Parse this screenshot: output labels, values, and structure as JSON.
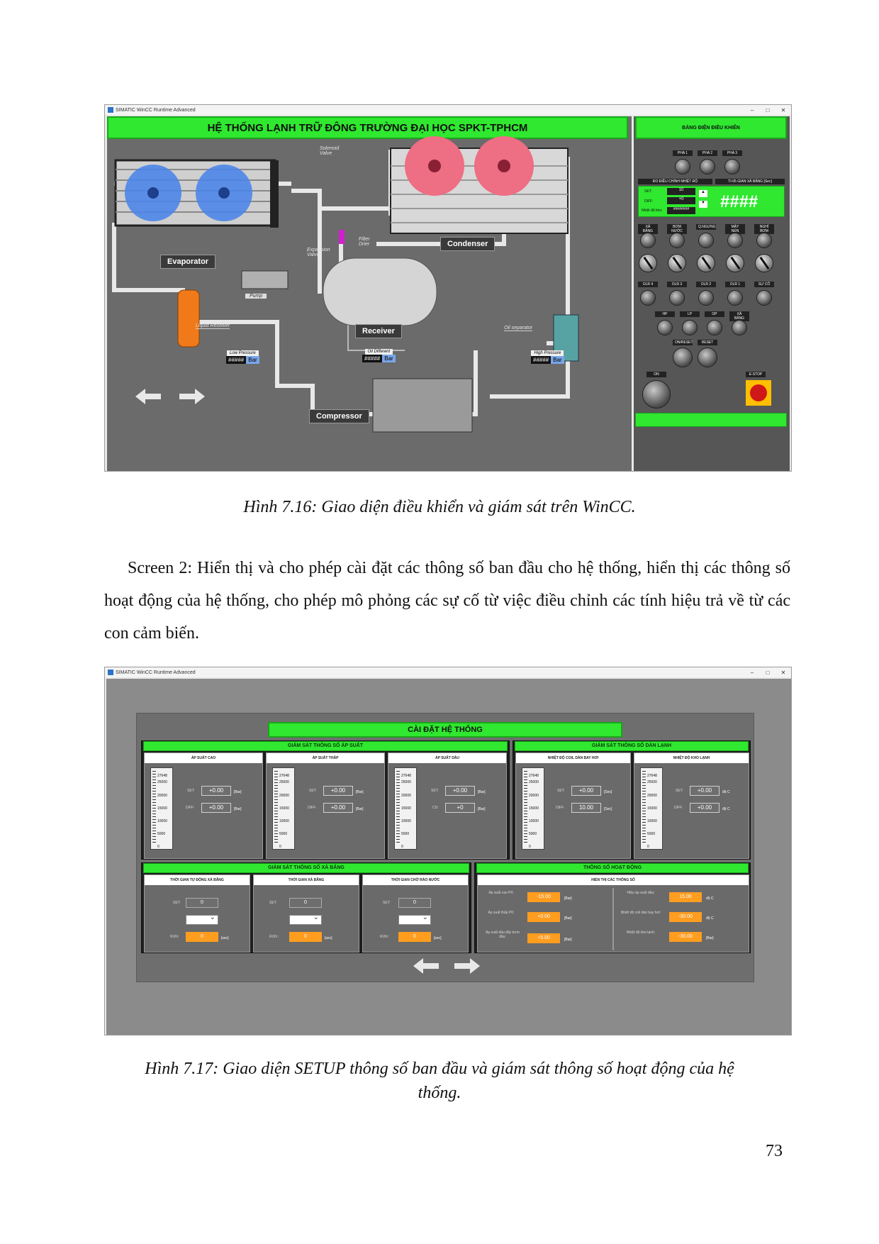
{
  "window_title": "SIMATIC WinCC Runtime Advanced",
  "figure1": {
    "title": "HỆ THỐNG LẠNH TRỮ ĐÔNG TRƯỜNG ĐẠI HỌC SPKT-TPHCM",
    "panel_title": "BẢNG ĐIỆN ĐIỀU KHIỂN",
    "labels": {
      "evaporator": "Evaporator",
      "condenser": "Condenser",
      "receiver": "Receiver",
      "compressor": "Compressor",
      "liquid_receiver": "Liquid Receiver",
      "oil_separator": "Oil separator",
      "pump": "Pump",
      "solenoid_valve": "Solenoid Valve",
      "expansion_valve": "Expansion Valve",
      "filter_drier": "Filter Drier"
    },
    "readouts": [
      {
        "title": "Low Pressure",
        "value": "#####",
        "unit": "Bar"
      },
      {
        "title": "Oil Different",
        "value": "#####",
        "unit": "Bar"
      },
      {
        "title": "High Pressure",
        "value": "#####",
        "unit": "Bar"
      }
    ],
    "side": {
      "pha": [
        "PHA 1",
        "PHA 2",
        "PHA 3"
      ],
      "temp_title": "ĐO ĐIỀU CHỈNH NHIỆT ĐỘ",
      "time_title": "TI-05 GIAN XẢ BĂNG [Sec]",
      "set_label": "SET:",
      "set_value": "10",
      "diff_label": "DIFF:",
      "diff_value": "+0",
      "temp_label": "Nhiệt độ kho:",
      "temp_value": "########",
      "big_display": "####",
      "row1": [
        "XẢ BĂNG",
        "BƠM NƯỚC",
        "Q.NGƯNG",
        "MÁY NÉN",
        "NGHỈ BƠM"
      ],
      "row2": [
        "OLR 4",
        "OLR 3",
        "OLR 2",
        "OLR 1",
        "SỰ CỐ"
      ],
      "row3": [
        "HP",
        "LP",
        "OP",
        "XẢ BĂNG"
      ],
      "row4": [
        "ON/RESET",
        "RESET"
      ],
      "on_label": "ON",
      "estop_label": "E-STOP"
    }
  },
  "figure1_caption": "Hình 7.16: Giao diện điều khiển và giám sát trên WinCC.",
  "paragraph": "Screen 2: Hiển thị và cho phép cài đặt các thông số ban đầu cho hệ thống, hiển thị các thông số hoạt động của hệ thống, cho phép mô phỏng các sự cố từ việc điều chỉnh các tính hiệu trả về từ các con cảm biến.",
  "figure2": {
    "title": "CÀI ĐẶT HỆ THỐNG",
    "pressure_section": "GIÁM SÁT THÔNG SỐ ÁP SUẤT",
    "cold_section": "GIÁM SÁT THÔNG SỐ DÀN LẠNH",
    "defrost_section": "GIÁM SÁT THÔNG SỐ XẢ BĂNG",
    "operation_section": "THÔNG SỐ HOẠT ĐỘNG",
    "gauge_ticks": [
      "27648",
      "25000",
      "20000",
      "15000",
      "10000",
      "5000"
    ],
    "gauge_zero": "0",
    "pressure_cards": [
      {
        "title": "ÁP SUẤT CAO",
        "l1": "SET:",
        "v1": "+0.00",
        "u1": "[Bar]",
        "l2": "DIFF:",
        "v2": "+0.00",
        "u2": "[Bar]"
      },
      {
        "title": "ÁP SUẤT THẤP",
        "l1": "SET:",
        "v1": "+0.00",
        "u1": "[Bar]",
        "l2": "DIFF:",
        "v2": "+0.00",
        "u2": "[Bar]"
      },
      {
        "title": "ÁP SUẤT DẦU",
        "l1": "SET:",
        "v1": "+0.00",
        "u1": "[Bar]",
        "l2": "CD:",
        "v2": "+0",
        "u2": "[Bar]"
      }
    ],
    "cold_cards": [
      {
        "title": "NHIỆT ĐỘ COIL DÀN BAY HƠI",
        "l1": "SET:",
        "v1": "+0.00",
        "u1": "[Sec]",
        "l2": "DIFF:",
        "v2": "10.00",
        "u2": "[Sec]"
      },
      {
        "title": "NHIỆT ĐỘ KHO LẠNH",
        "l1": "SET:",
        "v1": "+0.00",
        "u1": "độ C",
        "l2": "DIFF:",
        "v2": "+0.00",
        "u2": "độ C"
      }
    ],
    "defrost_cards": [
      {
        "title": "THỜI GIAN TỰ ĐỘNG XẢ BĂNG",
        "set_label": "SET:",
        "set_value": "0",
        "run_label": "RUN:",
        "run_value": "0",
        "unit": "[sec]"
      },
      {
        "title": "THỜI GIAN XẢ BĂNG",
        "set_label": "SET:",
        "set_value": "0",
        "run_label": "RUN :",
        "run_value": "0",
        "unit": "[sec]"
      },
      {
        "title": "THỜI GIAN CHỜ RÁO NƯỚC",
        "set_label": "SET:",
        "set_value": "0",
        "run_label": "RUN :",
        "run_value": "0",
        "unit": "[sec]"
      }
    ],
    "operation": {
      "subtitle": "HIỂN THỊ CÁC THÔNG SỐ",
      "left": [
        {
          "label": "Áp suất cao P0:",
          "value": "-15.00",
          "unit": "[Bar]"
        },
        {
          "label": "Áp suất thấp P0:",
          "value": "+0.00",
          "unit": "[Bar]"
        },
        {
          "label": "Áp suất dầu đẩy bơm dầu:",
          "value": "+5.00",
          "unit": "[Bar]"
        }
      ],
      "right": [
        {
          "label": "Hiệu áp suất dầu:",
          "value": "15.00",
          "unit": "độ C"
        },
        {
          "label": "Nhiệt độ coil dàn bay hơi:",
          "value": "-30.00",
          "unit": "độ C"
        },
        {
          "label": "Nhiệt độ kho lạnh:",
          "value": "-30.00",
          "unit": "[Bar]"
        }
      ]
    }
  },
  "figure2_caption_line1": "Hình 7.17: Giao diện SETUP thông số ban đầu và giám sát thông số hoạt động của hệ",
  "figure2_caption_line2": "thống.",
  "page_number": "73",
  "colors": {
    "hmi_green": "#2fe82f",
    "orange_display": "#ff9d1f",
    "evaporator_fan": "#4d86e8",
    "condenser_fan": "#ee6e84"
  }
}
